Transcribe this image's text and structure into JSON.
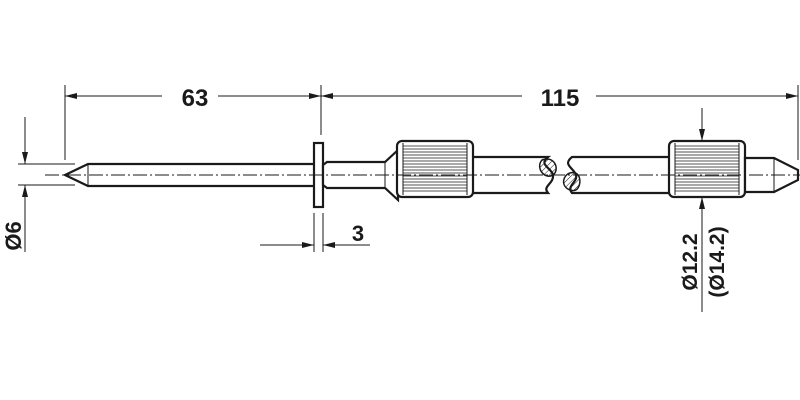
{
  "drawing": {
    "dimensions": {
      "pin_length": "63",
      "total_length": "115",
      "flange_thickness": "3",
      "pin_diameter": "Ø6",
      "knurl_diameter": "Ø12.2",
      "knurl_diameter_alt": "(Ø14.2)"
    },
    "line_color": "#1a1a1a",
    "background": "#ffffff"
  }
}
